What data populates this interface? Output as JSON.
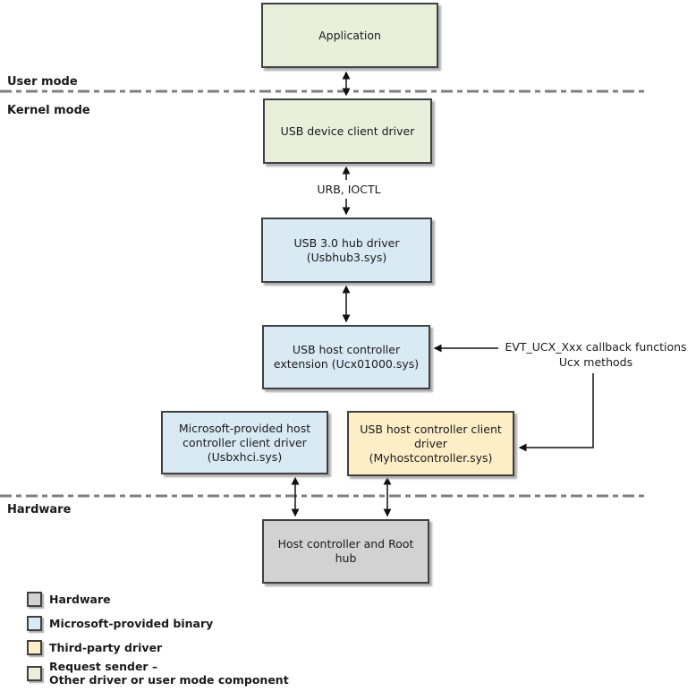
{
  "colors": {
    "green": "#e9efdb",
    "blue": "#d9eaf4",
    "yellow": "#fdeec7",
    "gray": "#d2d2d2"
  },
  "zones": {
    "user_mode": "User mode",
    "kernel_mode": "Kernel mode",
    "hardware": "Hardware"
  },
  "boxes": {
    "application": {
      "label": "Application",
      "color": "#e9efdb"
    },
    "device_client": {
      "label": "USB device client driver",
      "color": "#e9efdb"
    },
    "hub_driver": {
      "label": "USB 3.0 hub driver\n(Usbhub3.sys)",
      "color": "#d9eaf4"
    },
    "ucx_extension": {
      "label": "USB host controller\nextension (Ucx01000.sys)",
      "color": "#d9eaf4"
    },
    "ms_client": {
      "label": "Microsoft-provided host\ncontroller client driver\n(Usbxhci.sys)",
      "color": "#d9eaf4"
    },
    "thirdparty_client": {
      "label": "USB host controller client\ndriver\n(Myhostcontroller.sys)",
      "color": "#fdeec7"
    },
    "host_controller": {
      "label": "Host controller and Root\nhub",
      "color": "#d2d2d2"
    }
  },
  "annotations": {
    "urb_ioctl": "URB, IOCTL",
    "evt_callbacks": "EVT_UCX_Xxx callback functions\nUcx methods"
  },
  "legend": [
    {
      "label": "Hardware",
      "color": "#d2d2d2"
    },
    {
      "label": "Microsoft-provided binary",
      "color": "#d9eaf4"
    },
    {
      "label": "Third-party driver",
      "color": "#fdeec7"
    },
    {
      "label": "Request sender –\nOther driver or user mode component",
      "color": "#e9efdb"
    }
  ]
}
